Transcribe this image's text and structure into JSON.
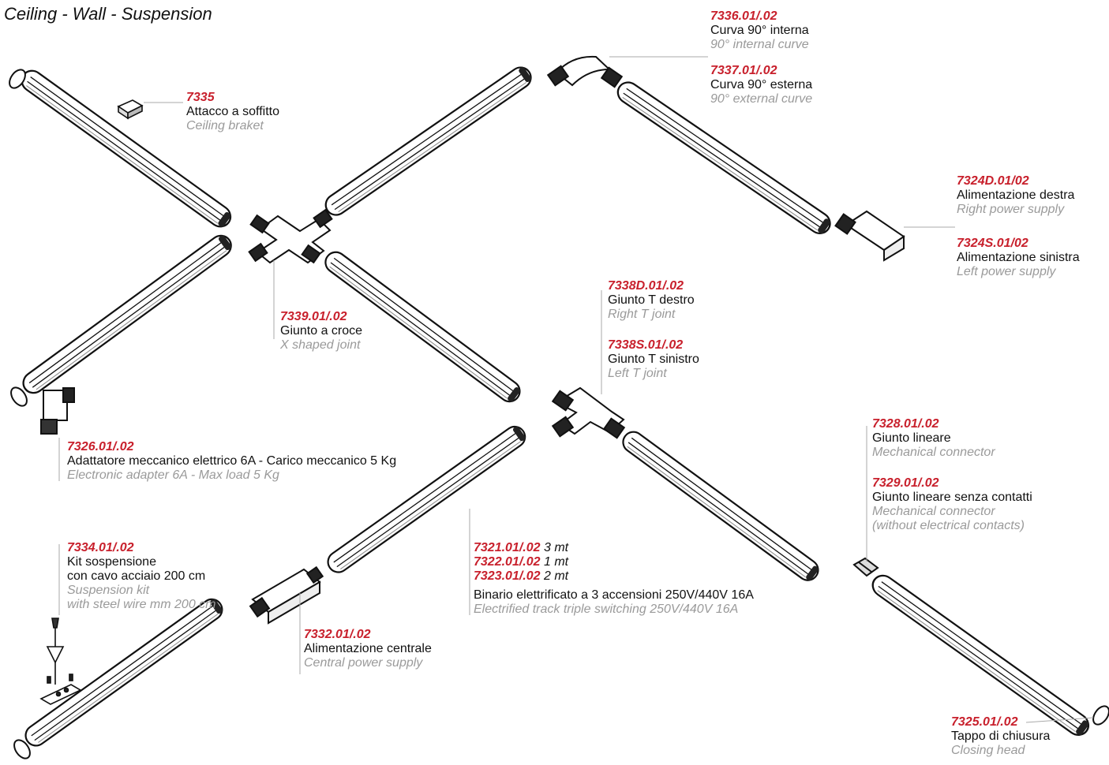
{
  "header": {
    "subtitle": "Ceiling - Wall - Suspension"
  },
  "labels": {
    "c7335": {
      "code": "7335",
      "it": "Attacco a soffitto",
      "en": "Ceiling braket"
    },
    "c7336": {
      "code": "7336.01/.02",
      "it": "Curva 90° interna",
      "en": "90° internal curve"
    },
    "c7337": {
      "code": "7337.01/.02",
      "it": "Curva 90° esterna",
      "en": "90° external curve"
    },
    "c7324d": {
      "code": "7324D.01/02",
      "it": "Alimentazione destra",
      "en": "Right power supply"
    },
    "c7324s": {
      "code": "7324S.01/02",
      "it": "Alimentazione sinistra",
      "en": "Left power supply"
    },
    "c7339": {
      "code": "7339.01/.02",
      "it": "Giunto a croce",
      "en": "X shaped joint"
    },
    "c7338d": {
      "code": "7338D.01/.02",
      "it": "Giunto T destro",
      "en": "Right T joint"
    },
    "c7338s": {
      "code": "7338S.01/.02",
      "it": "Giunto T sinistro",
      "en": "Left T joint"
    },
    "c7326": {
      "code": "7326.01/.02",
      "it": "Adattatore meccanico elettrico 6A - Carico meccanico 5 Kg",
      "en": "Electronic adapter 6A - Max load 5 Kg"
    },
    "c7328": {
      "code": "7328.01/.02",
      "it": "Giunto lineare",
      "en": "Mechanical connector"
    },
    "c7329": {
      "code": "7329.01/.02",
      "it": "Giunto lineare senza contatti",
      "en1": "Mechanical connector",
      "en2": "(without electrical contacts)"
    },
    "c7334": {
      "code": "7334.01/.02",
      "it1": "Kit sospensione",
      "it2": "con cavo acciaio 200 cm",
      "en1": "Suspension kit",
      "en2": "with steel wire mm 200 cm"
    },
    "c7321": {
      "code1": "7321.01/.02",
      "len1": "3 mt",
      "code2": "7322.01/.02",
      "len2": "1 mt",
      "code3": "7323.01/.02",
      "len3": "2 mt",
      "it": "Binario elettrificato a 3 accensioni 250V/440V 16A",
      "en": "Electrified track triple switching 250V/440V 16A"
    },
    "c7332": {
      "code": "7332.01/.02",
      "it": "Alimentazione centrale",
      "en": "Central power supply"
    },
    "c7325": {
      "code": "7325.01/.02",
      "it": "Tappo di chiusura",
      "en": "Closing head"
    }
  }
}
